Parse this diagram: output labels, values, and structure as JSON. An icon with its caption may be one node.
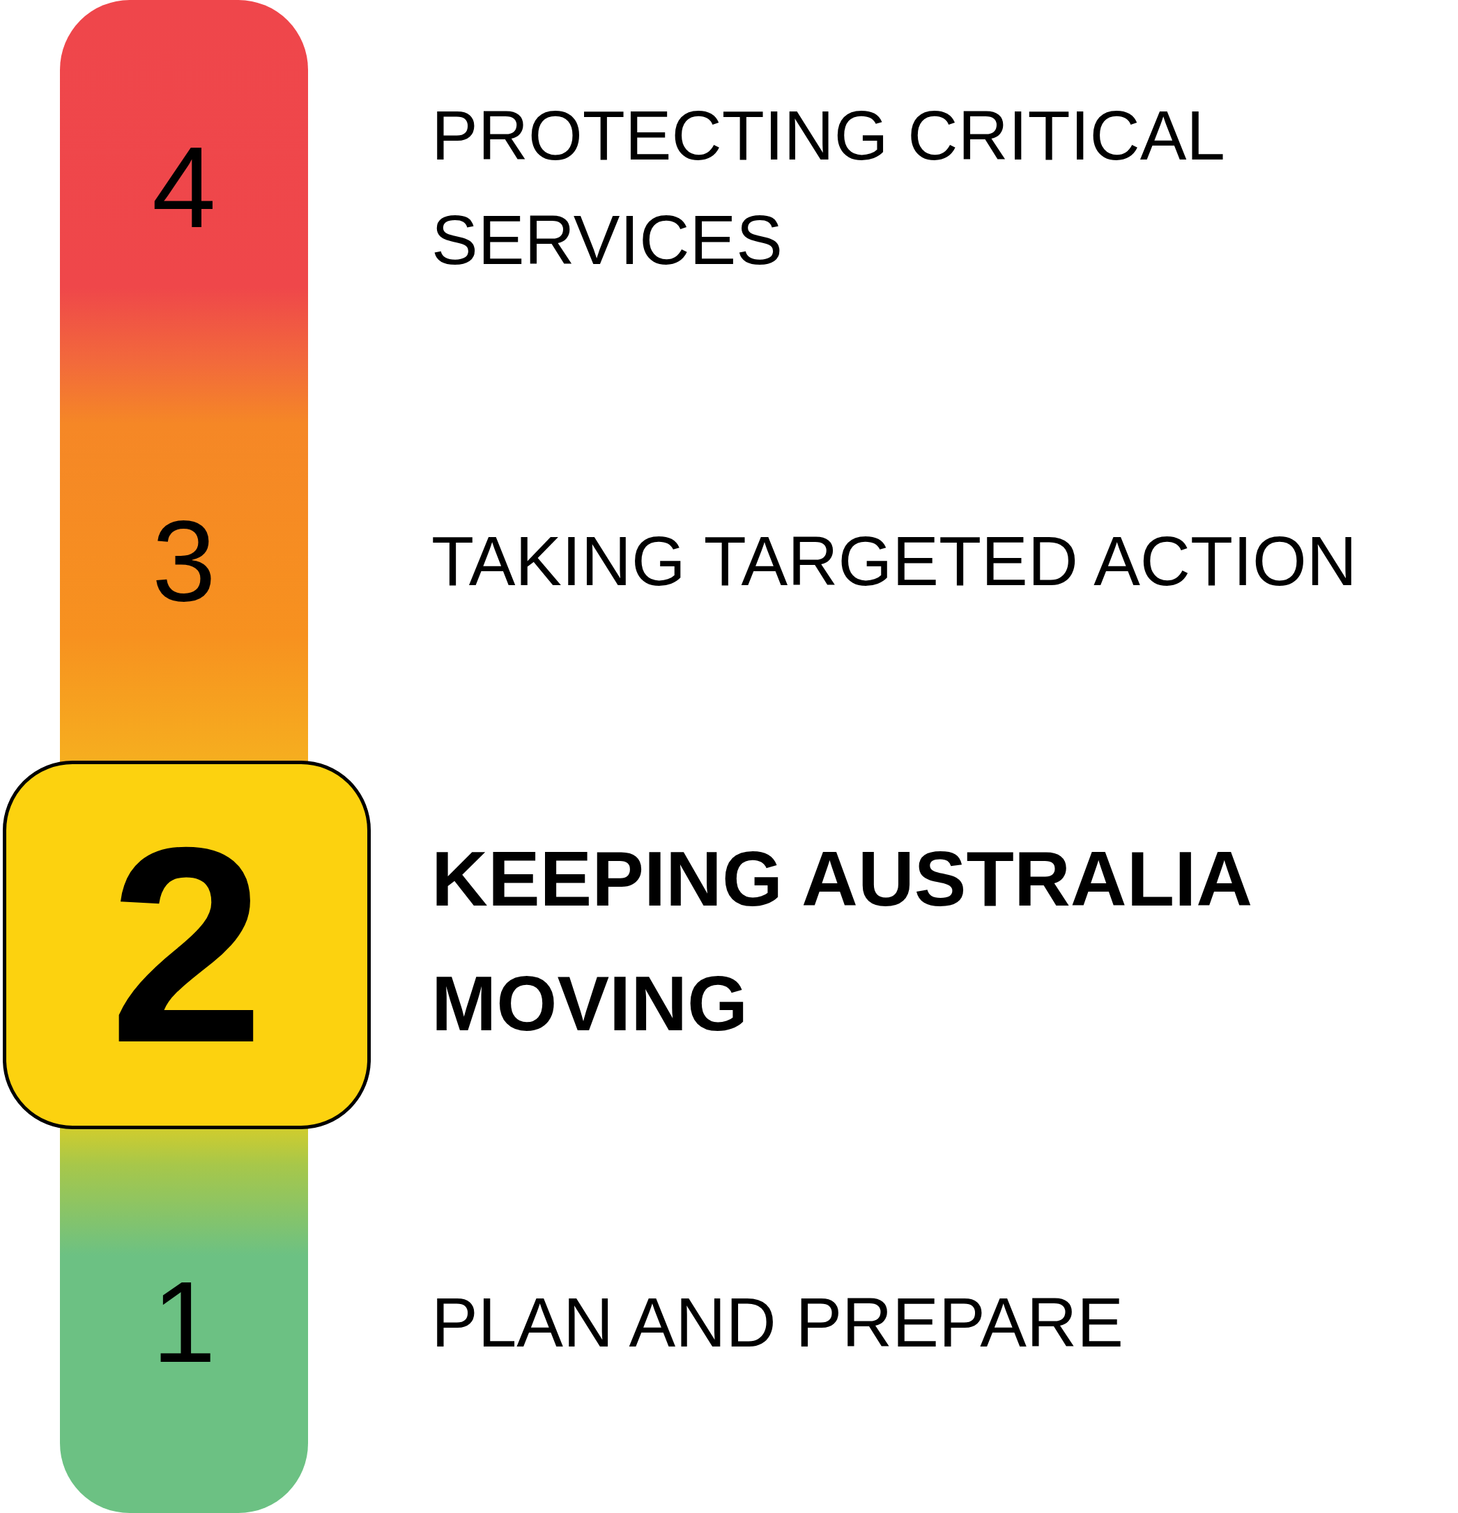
{
  "diagram": {
    "nodes": [
      {
        "text": [
          "2"
        ],
        "beside": [
          "KEEPING AUSTRALIA MOVING"
        ]
      }
    ],
    "labels": [
      "4",
      "PROTECTING CRITICAL SERVICES",
      "3",
      "TAKING TARGETED ACTION",
      "1",
      "PLAN AND PREPARE"
    ]
  }
}
